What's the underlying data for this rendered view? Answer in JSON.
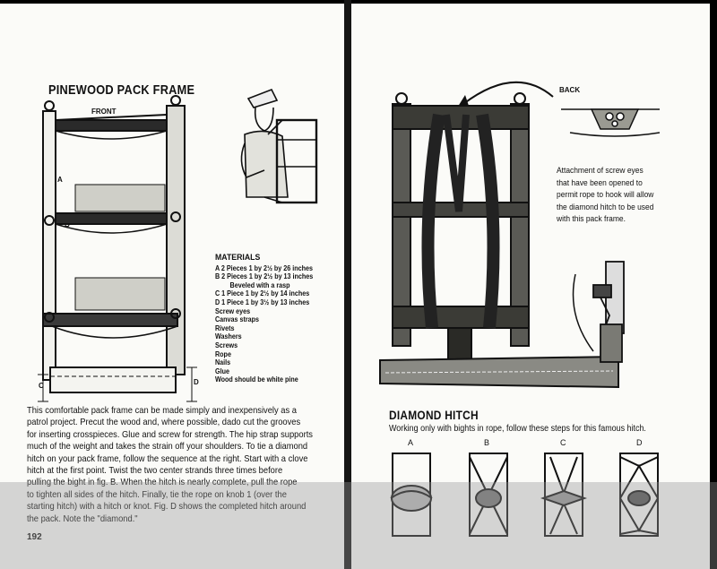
{
  "left_page": {
    "title": "PINEWOOD PACK FRAME",
    "front_label": "FRONT",
    "part_labels": {
      "a": "A",
      "b": "B",
      "c": "C",
      "d": "D"
    },
    "materials_title": "MATERIALS",
    "materials": [
      "A 2 Pieces 1 by 2½ by 26 inches",
      "B 2 Pieces 1 by 2½ by 13 inches",
      "Beveled with a rasp",
      "C 1 Piece 1 by 2½ by 14 inches",
      "D 1 Piece 1 by 3½ by 13 inches",
      "Screw eyes",
      "Canvas straps",
      "Rivets",
      "Washers",
      "Screws",
      "Rope",
      "Nails",
      "Glue",
      "Wood should be white pine"
    ],
    "body_lines": [
      "This comfortable pack frame can be made simply and inexpensively as a",
      "patrol project. Precut the wood and, where possible, dado cut the grooves",
      "for inserting crosspieces. Glue and screw for strength. The hip strap supports",
      "much of the weight and takes the strain off your shoulders. To tie a diamond",
      "hitch on your pack frame, follow the sequence at the right. Start with a clove",
      "hitch at the first point. Twist the two center strands three times before",
      "pulling the bight in fig. B. When the hitch is nearly complete, pull the rope",
      "to tighten all sides of the hitch. Finally, tie the rope on knob 1 (over the",
      "starting hitch) with a hitch or knot. Fig. D shows the completed hitch around",
      "the pack. Note the \"diamond.\""
    ],
    "page_number": "192"
  },
  "right_page": {
    "back_label": "BACK",
    "caption_lines": [
      "Attachment of screw eyes",
      "that have been opened to",
      "permit rope to hook will allow",
      "the diamond hitch to be used",
      "with this pack frame."
    ],
    "section_title": "DIAMOND HITCH",
    "intro": "Working only with bights in rope, follow these steps for this famous hitch.",
    "steps": [
      "A",
      "B",
      "C",
      "D"
    ]
  }
}
